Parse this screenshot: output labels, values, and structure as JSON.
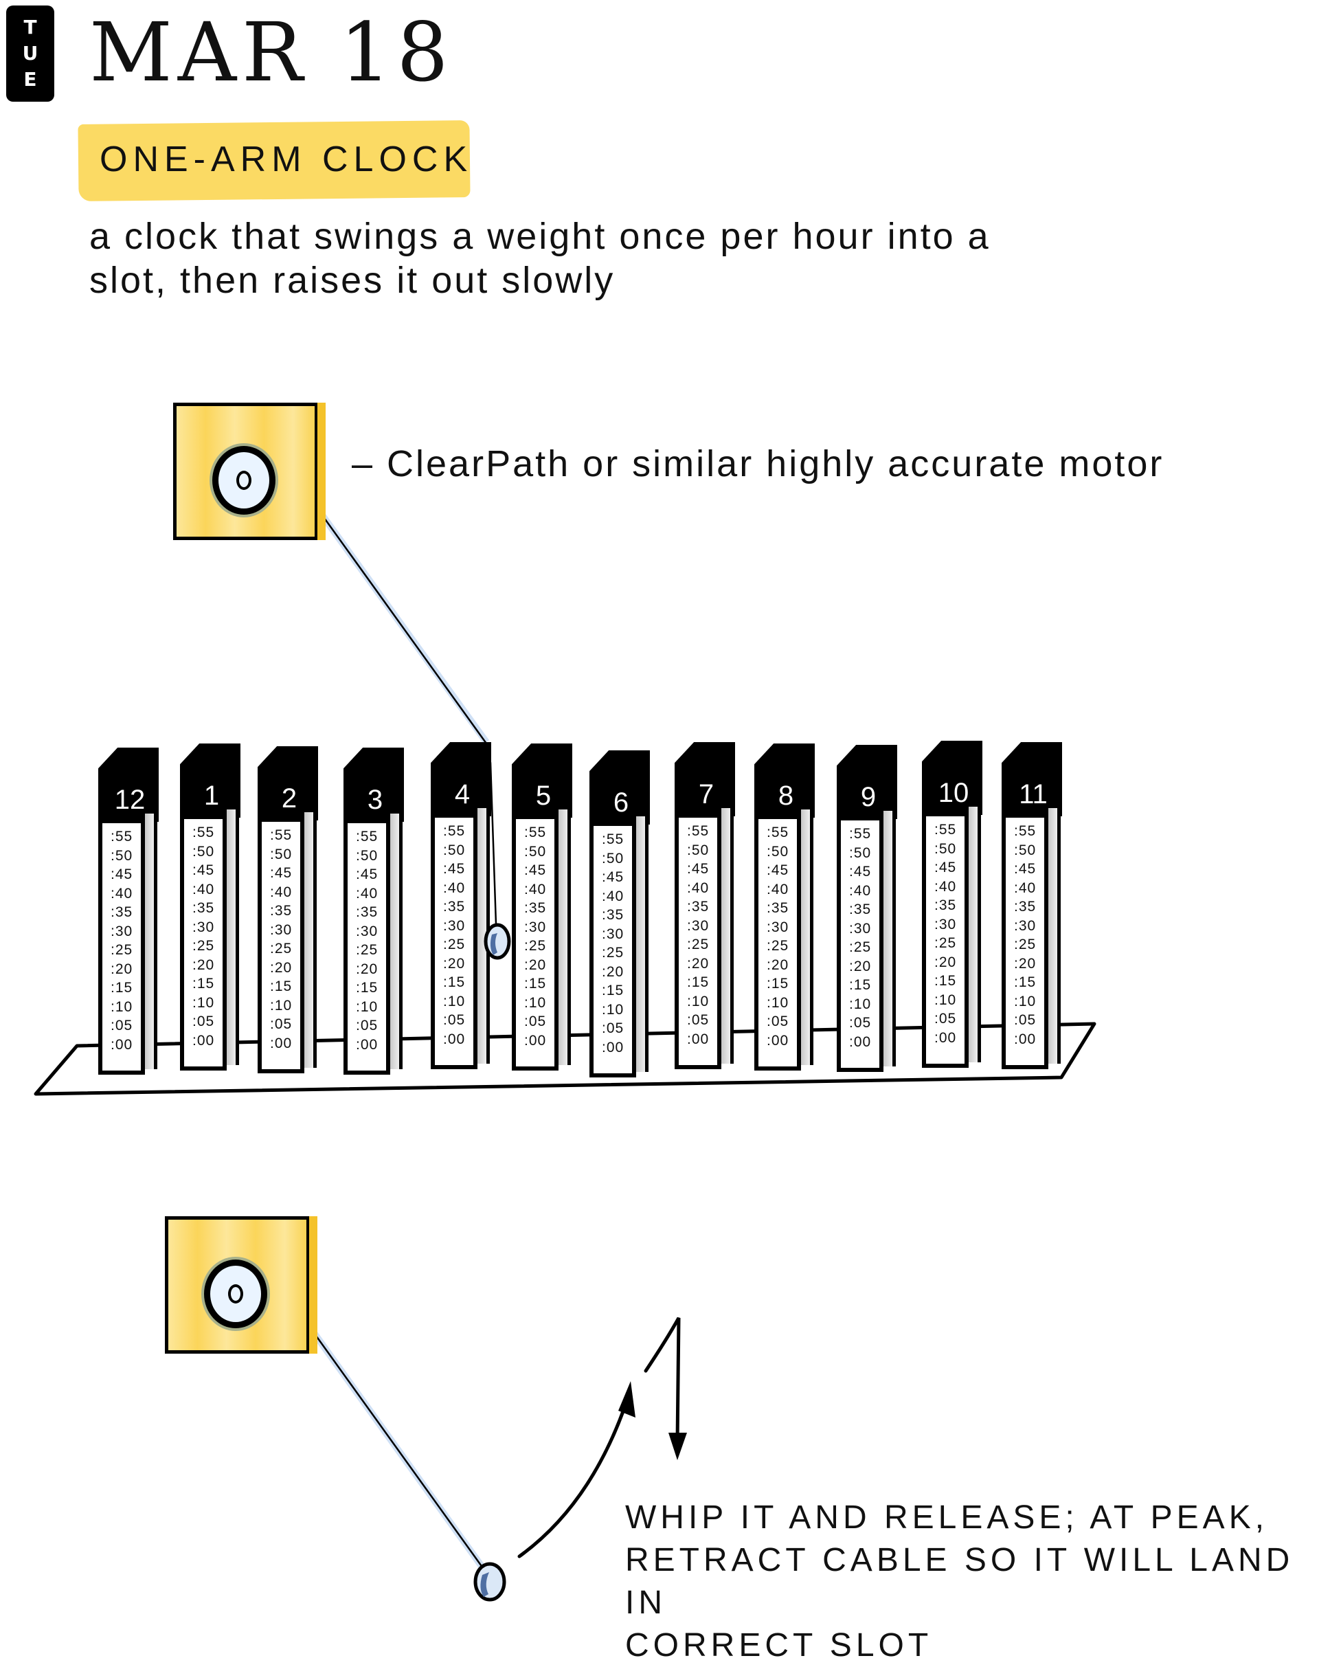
{
  "header": {
    "day_letters": [
      "T",
      "U",
      "E"
    ],
    "date": "MAR 18"
  },
  "sketch": {
    "title": "ONE-ARM CLOCK",
    "description_line1": "a clock that swings a weight once per hour into a",
    "description_line2": "slot, then raises it out slowly",
    "highlight_color": "#fbd85c"
  },
  "motor": {
    "label": "– ClearPath or similar highly accurate motor",
    "box_color": "#fbd55a"
  },
  "slots": {
    "hours": [
      "12",
      "1",
      "2",
      "3",
      "4",
      "5",
      "6",
      "7",
      "8",
      "9",
      "10",
      "11"
    ],
    "minute_marks": [
      ":55",
      ":50",
      ":45",
      ":40",
      ":35",
      ":30",
      ":25",
      ":20",
      ":15",
      ":10",
      ":05",
      ":00"
    ]
  },
  "weight": {
    "color": "#4f6fa3"
  },
  "note": {
    "line1": "WHIP IT AND RELEASE; AT PEAK,",
    "line2": "RETRACT CABLE SO IT WILL LAND IN",
    "line3": "CORRECT SLOT"
  }
}
